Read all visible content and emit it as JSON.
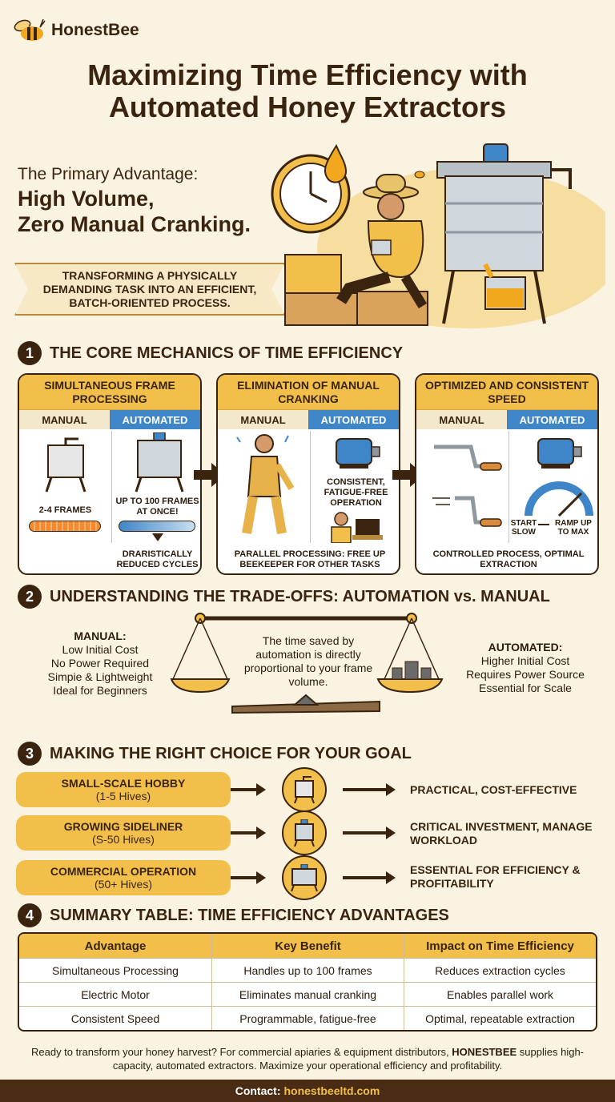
{
  "brand": {
    "name": "HonestBee"
  },
  "title": {
    "line1": "Maximizing Time Efficiency with",
    "line2": "Automated Honey Extractors"
  },
  "hero": {
    "subtitle": "The Primary Advantage:",
    "headline1": "High Volume,",
    "headline2": "Zero Manual Cranking.",
    "ribbon": "TRANSFORMING A PHYSICALLY DEMANDING TASK INTO AN EFFICIENT, BATCH-ORIENTED PROCESS."
  },
  "section1": {
    "num": "1",
    "title": "THE CORE MECHANICS OF TIME EFFICIENCY",
    "manual_label": "MANUAL",
    "automated_label": "AUTOMATED",
    "panels": [
      {
        "title": "SIMULTANEOUS FRAME PROCESSING",
        "manual_text": "2-4 FRAMES",
        "automated_text": "UP TO 100 FRAMES AT ONCE!",
        "bottom": "DRARISTICALLY REDUCED CYCLES"
      },
      {
        "title": "ELIMINATION OF MANUAL CRANKING",
        "automated_text": "CONSISTENT, FATIGUE-FREE OPERATION",
        "bottom": "PARALLEL PROCESSING: FREE UP BEEKEEPER FOR OTHER TASKS"
      },
      {
        "title": "OPTIMIZED AND CONSISTENT SPEED",
        "gauge_start": "START SLOW",
        "gauge_end": "RAMP UP TO MAX",
        "bottom": "CONTROLLED PROCESS, OPTIMAL EXTRACTION"
      }
    ]
  },
  "section2": {
    "num": "2",
    "title": "UNDERSTANDING THE TRADE-OFFS: AUTOMATION vs. MANUAL",
    "manual": {
      "heading": "MANUAL:",
      "items": [
        "Low Initial Cost",
        "No Power Required",
        "Simpie & Lightweight",
        "Ideal for Beginners"
      ]
    },
    "center": "The time saved by automation is directly proportional to your frame volume.",
    "automated": {
      "heading": "AUTOMATED:",
      "items": [
        "Higher Initial Cost",
        "Requires Power Source",
        "Essential for Scale"
      ]
    }
  },
  "section3": {
    "num": "3",
    "title": "MAKING THE RIGHT CHOICE FOR YOUR GOAL",
    "rows": [
      {
        "label": "SMALL-SCALE HOBBY",
        "sub": "(1-5 Hives)",
        "result": "PRACTICAL, COST-EFFECTIVE"
      },
      {
        "label": "GROWING SIDELINER",
        "sub": "(S-50 Hives)",
        "result": "CRITICAL INVESTMENT, MANAGE WORKLOAD"
      },
      {
        "label": "COMMERCIAL OPERATION",
        "sub": "(50+ Hives)",
        "result": "ESSENTIAL FOR EFFICIENCY & PROFITABILITY"
      }
    ]
  },
  "section4": {
    "num": "4",
    "title": "SUMMARY TABLE: TIME EFFICIENCY ADVANTAGES",
    "headers": [
      "Advantage",
      "Key Benefit",
      "Impact on Time Efficiency"
    ],
    "rows": [
      [
        "Simultaneous Processing",
        "Handles up to 100 frames",
        "Reduces extraction cycles"
      ],
      [
        "Electric Motor",
        "Eliminates manual cranking",
        "Enables parallel work"
      ],
      [
        "Consistent Speed",
        "Programmable, fatigue-free",
        "Optimal, repeatable extraction"
      ]
    ]
  },
  "footer": {
    "text_before": "Ready to transform your honey harvest? For commercial apiaries & equipment distributors, ",
    "brand_bold": "HONESTBEE",
    "text_after": " supplies high-capacity, automated extractors. Maximize your operational efficiency and profitability.",
    "contact_label": "Contact:",
    "contact_url": "honestbeeltd.com"
  },
  "colors": {
    "brown": "#3a2410",
    "honey": "#f2c04a",
    "blue": "#3f86c8",
    "cream": "#fbf3e2"
  }
}
